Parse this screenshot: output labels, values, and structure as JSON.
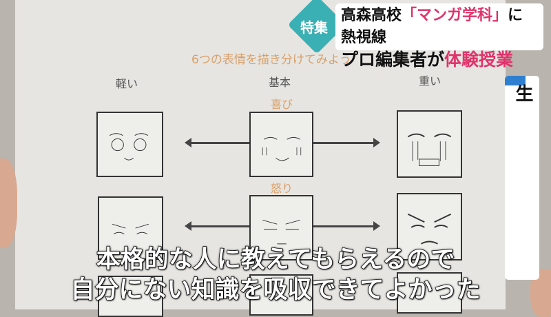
{
  "worksheet": {
    "title": "6つの表情を描き分けてみよう",
    "columns": [
      "軽い",
      "基本",
      "重い"
    ],
    "emotions": [
      "喜び",
      "怒り"
    ]
  },
  "caption": {
    "tag": "特集",
    "line1_a": "高森高校",
    "line1_b": "「マンガ学科」",
    "line1_c": "に熱視線",
    "line2_a": "プロ編集者が",
    "line2_b": "体験授業",
    "vertical": "熊本市内から来た中学生"
  },
  "subtitle": {
    "line1": "本格的な人に教えてもらえるので",
    "line2": "自分にない知識を吸収できてよかった"
  },
  "colors": {
    "tag": "#3ab0b4",
    "accent_pink": "#e0336b",
    "title_orange": "#d9a06a"
  }
}
